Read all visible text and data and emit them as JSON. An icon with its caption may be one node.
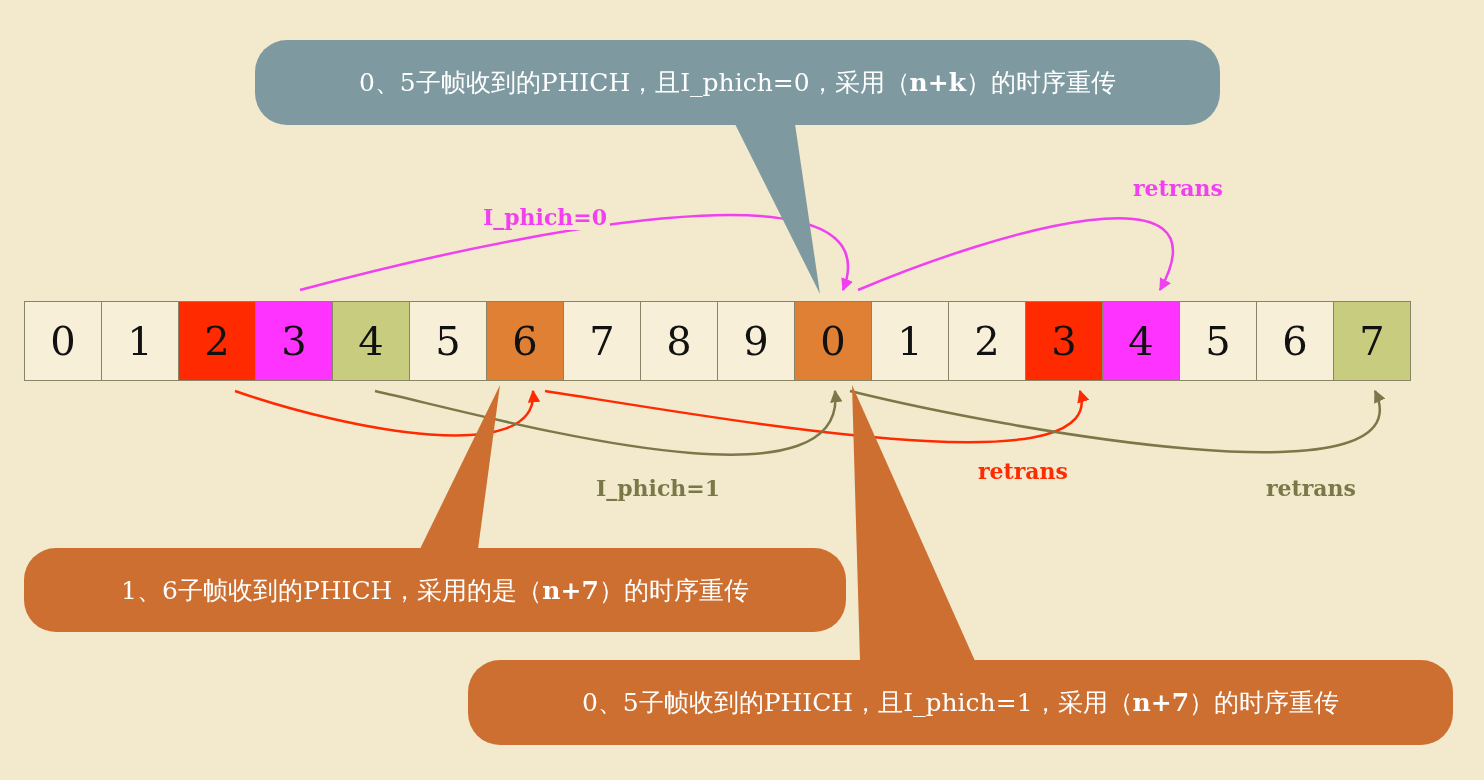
{
  "diagram": {
    "nodes": [
      {
        "text": [
          "0"
        ]
      },
      {
        "text": [
          "1"
        ]
      },
      {
        "text": [
          "2"
        ]
      },
      {
        "text": [
          "3"
        ]
      },
      {
        "text": [
          "4"
        ]
      },
      {
        "text": [
          "5"
        ]
      },
      {
        "text": [
          "6"
        ]
      },
      {
        "text": [
          "7"
        ]
      },
      {
        "text": [
          "8"
        ]
      },
      {
        "text": [
          "9"
        ]
      },
      {
        "text": [
          "0"
        ]
      },
      {
        "text": [
          "1"
        ]
      },
      {
        "text": [
          "2"
        ]
      },
      {
        "text": [
          "3"
        ]
      },
      {
        "text": [
          "4"
        ]
      },
      {
        "text": [
          "5"
        ]
      },
      {
        "text": [
          "6"
        ]
      },
      {
        "text": [
          "7"
        ]
      },
      {
        "text": [
          "0、5子帧收到的PHICH，且I_phich=0，采用（**n+k**）的时序重传"
        ]
      },
      {
        "text": [
          "1、6子帧收到的PHICH，采用的是（**n+7**）的时序重传"
        ]
      },
      {
        "text": [
          "0、5子帧收到的PHICH，且I_phich=1，采用（**n+7**）的时序重传"
        ]
      }
    ],
    "edges": [
      {
        "from": 3,
        "to": 10,
        "arrow": "to",
        "label": "I_phich=0",
        "color": "#f040f0"
      },
      {
        "from": 10,
        "to": 14,
        "arrow": "to",
        "label": "retrans",
        "color": "#f040f0"
      },
      {
        "from": 2,
        "to": 6,
        "arrow": "to",
        "color": "#ff2a00"
      },
      {
        "from": 6,
        "to": 13,
        "arrow": "to",
        "label": "retrans",
        "color": "#ff2a00"
      },
      {
        "from": 4,
        "to": 10,
        "arrow": "to",
        "label": "I_phich=1",
        "color": "#7a7848"
      },
      {
        "from": 10,
        "to": 17,
        "arrow": "to",
        "label": "retrans",
        "color": "#7a7848"
      },
      {
        "from": 18,
        "to": 10,
        "arrow": "none",
        "color": "#7e9aa0"
      },
      {
        "from": 19,
        "to": 6,
        "arrow": "none",
        "color": "#cc6f30"
      },
      {
        "from": 20,
        "to": 10,
        "arrow": "none",
        "color": "#cc6f30"
      }
    ]
  }
}
